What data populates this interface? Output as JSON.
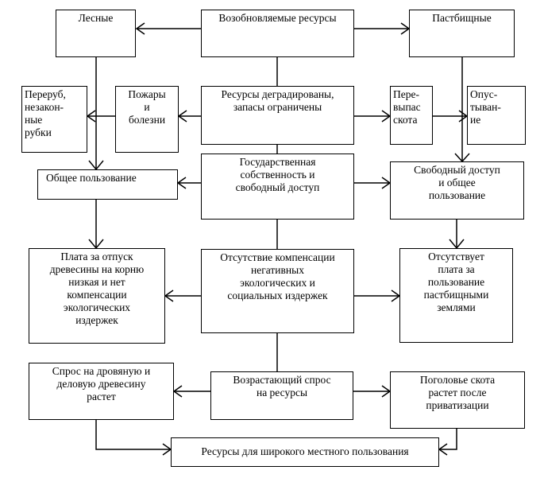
{
  "nodes": {
    "renewable": "Возобновляемые ресурсы",
    "forest": "Лесные",
    "pasture": "Пастбищные",
    "overcut": "Переруб,\nнезакон-\nные\nрубки",
    "fires": "Пожары\nи\nболезни",
    "degraded": "Ресурсы деградированы,\nзапасы ограничены",
    "overgrazing": "Пере-\nвыпас\nскота",
    "desert": "Опус-\nтыван-\nие",
    "common_use": "Общее пользование",
    "state": "Государственная\nсобственность и\nсвободный доступ",
    "free_access": "Свободный доступ\nи общее\nпользование",
    "stumpage": "Плата за отпуск\nдревесины на корню\nнизкая и нет\nкомпенсации\nэкологических\nиздержек",
    "no_compensation": "Отсутствие компенсации\nнегативных\nэкологических и\nсоциальных  издержек",
    "no_fee": "Отсутствует\nплата за\nпользование\nпастбищными\nземлями",
    "wood_demand": "Спрос на дровяную и\nделовую древесину\nрастет",
    "growing_demand": "Возрастающий спрос\nна ресурсы",
    "livestock": "Поголовье скота\nрастет после\nприватизации",
    "local_use": "Ресурсы для широкого местного пользования"
  }
}
